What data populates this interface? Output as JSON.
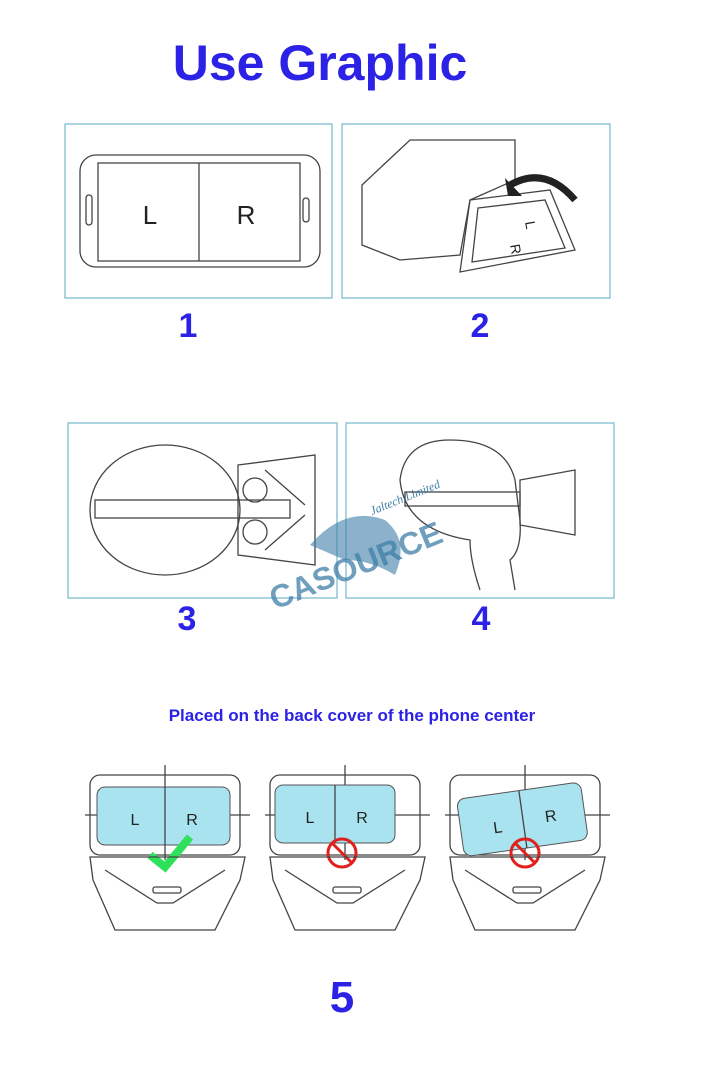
{
  "title": "Use Graphic",
  "steps": [
    {
      "number": "1",
      "left_label": "L",
      "right_label": "R"
    },
    {
      "number": "2",
      "left_label": "L",
      "right_label": "R"
    },
    {
      "number": "3"
    },
    {
      "number": "4"
    },
    {
      "number": "5"
    }
  ],
  "step5": {
    "caption": "Placed on the back cover of the phone center",
    "examples": [
      {
        "left_label": "L",
        "right_label": "R",
        "status": "correct",
        "icon": "checkmark-icon"
      },
      {
        "left_label": "L",
        "right_label": "R",
        "status": "wrong",
        "icon": "prohibited-icon"
      },
      {
        "left_label": "L",
        "right_label": "R",
        "status": "wrong",
        "icon": "prohibited-icon"
      }
    ]
  },
  "watermark": {
    "brand": "CASOURCE",
    "subtitle": "Jaltech Limited"
  },
  "colors": {
    "title": "#2b22e6",
    "panel_border": "#8fc6d6",
    "phone_screen": "#a9e3ef",
    "check": "#2ee05a",
    "prohibited": "#e0201c",
    "watermark": "#3f7fa8"
  }
}
